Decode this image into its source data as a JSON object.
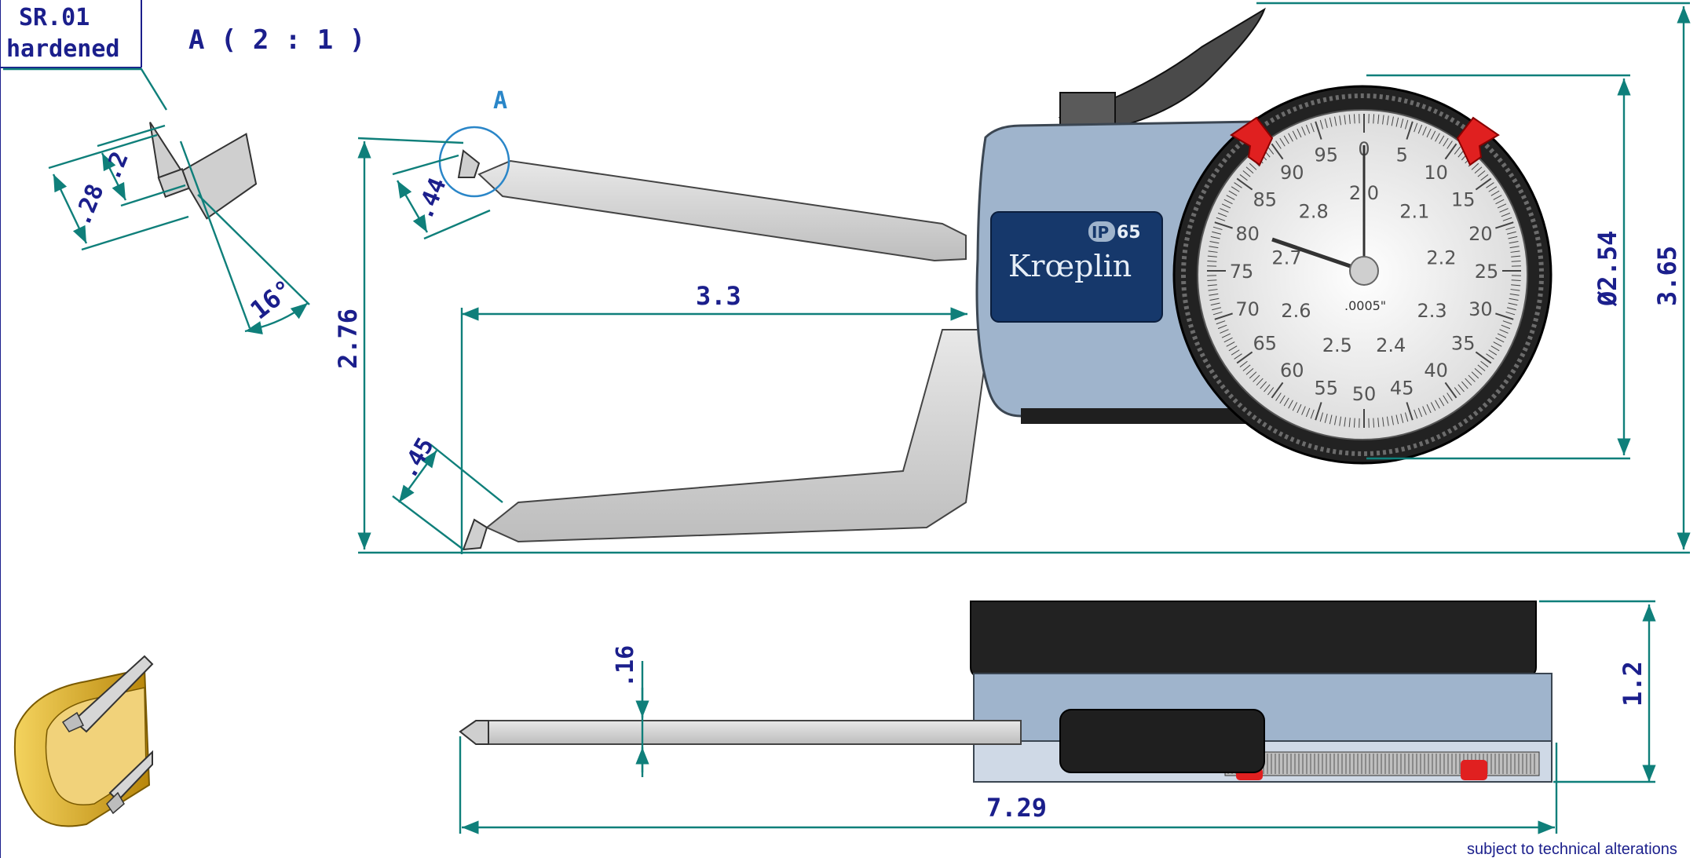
{
  "detail": {
    "material_line1": "SR.01",
    "material_line2": "hardened",
    "view_title": "A ( 2 : 1 )",
    "view_marker": "A",
    "dim_2": ".2",
    "dim_28": ".28",
    "dim_16deg": "16°"
  },
  "dimensions": {
    "tip_top": ".44",
    "tip_bottom": ".45",
    "height_span": "2.76",
    "reach": "3.3",
    "dial_diameter": "Ø2.54",
    "overall_height": "3.65",
    "jaw_thickness": ".16",
    "body_depth": "1.2",
    "overall_length": "7.29"
  },
  "gauge": {
    "brand": "Krœplin",
    "ip_badge_prefix": "IP",
    "ip_badge_value": "65",
    "resolution_label": ".0005\"",
    "outer_scale": [
      "0",
      "5",
      "10",
      "15",
      "20",
      "25",
      "30",
      "35",
      "40",
      "45",
      "50",
      "55",
      "60",
      "65",
      "70",
      "75",
      "80",
      "85",
      "90",
      "95"
    ],
    "inner_scale": [
      "2.0",
      "2.1",
      "2.2",
      "2.3",
      "2.4",
      "2.5",
      "2.6",
      "2.7",
      "2.8"
    ]
  },
  "footer": {
    "note": "subject to technical alterations"
  },
  "colors": {
    "dimension_ink": "#1b1f8c",
    "dimension_lines": "#0f7f7a",
    "detail_circle": "#2a86c8",
    "body_blue": "#9fb4cc",
    "brand_panel": "#16386b",
    "limit_markers": "#e02020",
    "brass_ring": "#d4a017"
  }
}
